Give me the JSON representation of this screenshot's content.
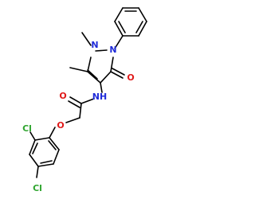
{
  "diagram": {
    "type": "chemical-structure",
    "atoms": [
      {
        "symbol": "N",
        "color": "#1f2bd9",
        "bind": "N1"
      },
      {
        "symbol": "N",
        "color": "#1f2bd9",
        "bind": "N2"
      },
      {
        "symbol": "O",
        "color": "#e01a1a",
        "bind": "O1"
      },
      {
        "symbol": "NH",
        "color": "#1f2bd9",
        "bind": "NH"
      },
      {
        "symbol": "O",
        "color": "#e01a1a",
        "bind": "O2"
      },
      {
        "symbol": "O",
        "color": "#e01a1a",
        "bind": "O3"
      },
      {
        "symbol": "Cl",
        "color": "#2fa52f",
        "bind": "Cl1"
      },
      {
        "symbol": "Cl",
        "color": "#2fa52f",
        "bind": "Cl2"
      }
    ],
    "labels": {
      "N1": "N",
      "N2": "N",
      "O1": "O",
      "NH": "NH",
      "O2": "O",
      "O3": "O",
      "Cl1": "Cl",
      "Cl2": "Cl"
    },
    "colors": {
      "nitrogen": "#1f2bd9",
      "oxygen": "#e01a1a",
      "chlorine": "#2fa52f",
      "bond": "#000000"
    }
  }
}
